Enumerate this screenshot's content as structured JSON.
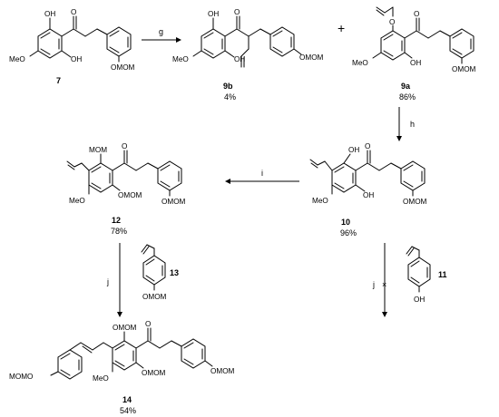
{
  "atom_labels": {
    "oh": "OH",
    "o": "O",
    "meo": "MeO",
    "omom": "OMOM",
    "momo": "MOMO",
    "mom": "MOM",
    "me_o": "MeO"
  },
  "compounds": [
    {
      "id": "7",
      "yield": ""
    },
    {
      "id": "9b",
      "yield": "4%"
    },
    {
      "id": "9a",
      "yield": "86%"
    },
    {
      "id": "10",
      "yield": "96%"
    },
    {
      "id": "12",
      "yield": "78%"
    },
    {
      "id": "13",
      "yield": ""
    },
    {
      "id": "11",
      "yield": ""
    },
    {
      "id": "14",
      "yield": "54%"
    }
  ],
  "reactions": [
    {
      "label": "g"
    },
    {
      "label": "h"
    },
    {
      "label": "i"
    },
    {
      "label": "j"
    },
    {
      "label": "j",
      "failed_mark": "×"
    }
  ],
  "plus_sign": "+"
}
